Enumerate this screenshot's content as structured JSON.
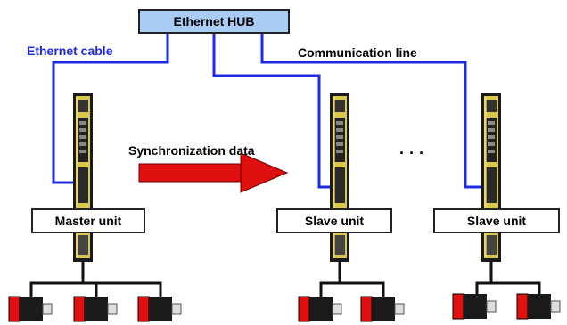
{
  "hub": {
    "label": "Ethernet HUB"
  },
  "labels": {
    "ethernet_cable": "Ethernet cable",
    "communication_line": "Communication line",
    "sync_data": "Synchronization data",
    "ellipsis": "· · ·"
  },
  "units": {
    "master": "Master unit",
    "slave1": "Slave unit",
    "slave2": "Slave unit"
  },
  "colors": {
    "cable": "#1f2be0",
    "hub_fill": "#a9ccf4",
    "arrow": "#e01010",
    "servo_body": "#e8d85a",
    "servo_dark": "#1a1a1a",
    "motor_red": "#e01010"
  }
}
